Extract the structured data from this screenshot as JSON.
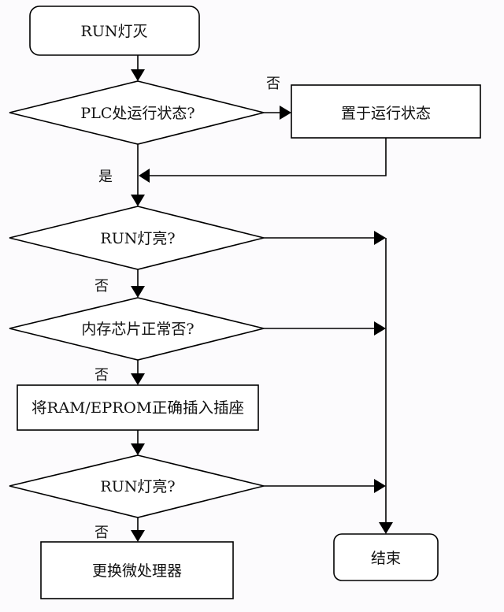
{
  "nodes": {
    "start": {
      "text": "RUN灯灭",
      "type": "terminal"
    },
    "check_plc_state": {
      "text": "PLC处运行状态?",
      "type": "decision"
    },
    "set_run_state": {
      "text": "置于运行状态",
      "type": "process"
    },
    "check_run_led_1": {
      "text": "RUN灯亮?",
      "type": "decision"
    },
    "check_memory_chip": {
      "text": "内存芯片正常否?",
      "type": "decision"
    },
    "insert_ram_eprom": {
      "text": "将RAM/EPROM正确插入插座",
      "type": "process"
    },
    "check_run_led_2": {
      "text": "RUN灯亮?",
      "type": "decision"
    },
    "replace_cpu": {
      "text": "更换微处理器",
      "type": "process"
    },
    "end": {
      "text": "结束",
      "type": "terminal"
    }
  },
  "edge_labels": {
    "plc_no": "否",
    "plc_yes": "是",
    "led1_no": "否",
    "memory_no": "否",
    "led2_no": "否"
  },
  "edges": [
    {
      "from": "start",
      "to": "check_plc_state"
    },
    {
      "from": "check_plc_state",
      "to": "set_run_state",
      "label": "否"
    },
    {
      "from": "check_plc_state",
      "to": "check_run_led_1",
      "label": "是"
    },
    {
      "from": "set_run_state",
      "to": "check_run_led_1"
    },
    {
      "from": "check_run_led_1",
      "to": "check_memory_chip",
      "label": "否"
    },
    {
      "from": "check_run_led_1",
      "to": "end"
    },
    {
      "from": "check_memory_chip",
      "to": "insert_ram_eprom",
      "label": "否"
    },
    {
      "from": "check_memory_chip",
      "to": "end"
    },
    {
      "from": "insert_ram_eprom",
      "to": "check_run_led_2"
    },
    {
      "from": "check_run_led_2",
      "to": "replace_cpu",
      "label": "否"
    },
    {
      "from": "check_run_led_2",
      "to": "end"
    }
  ]
}
